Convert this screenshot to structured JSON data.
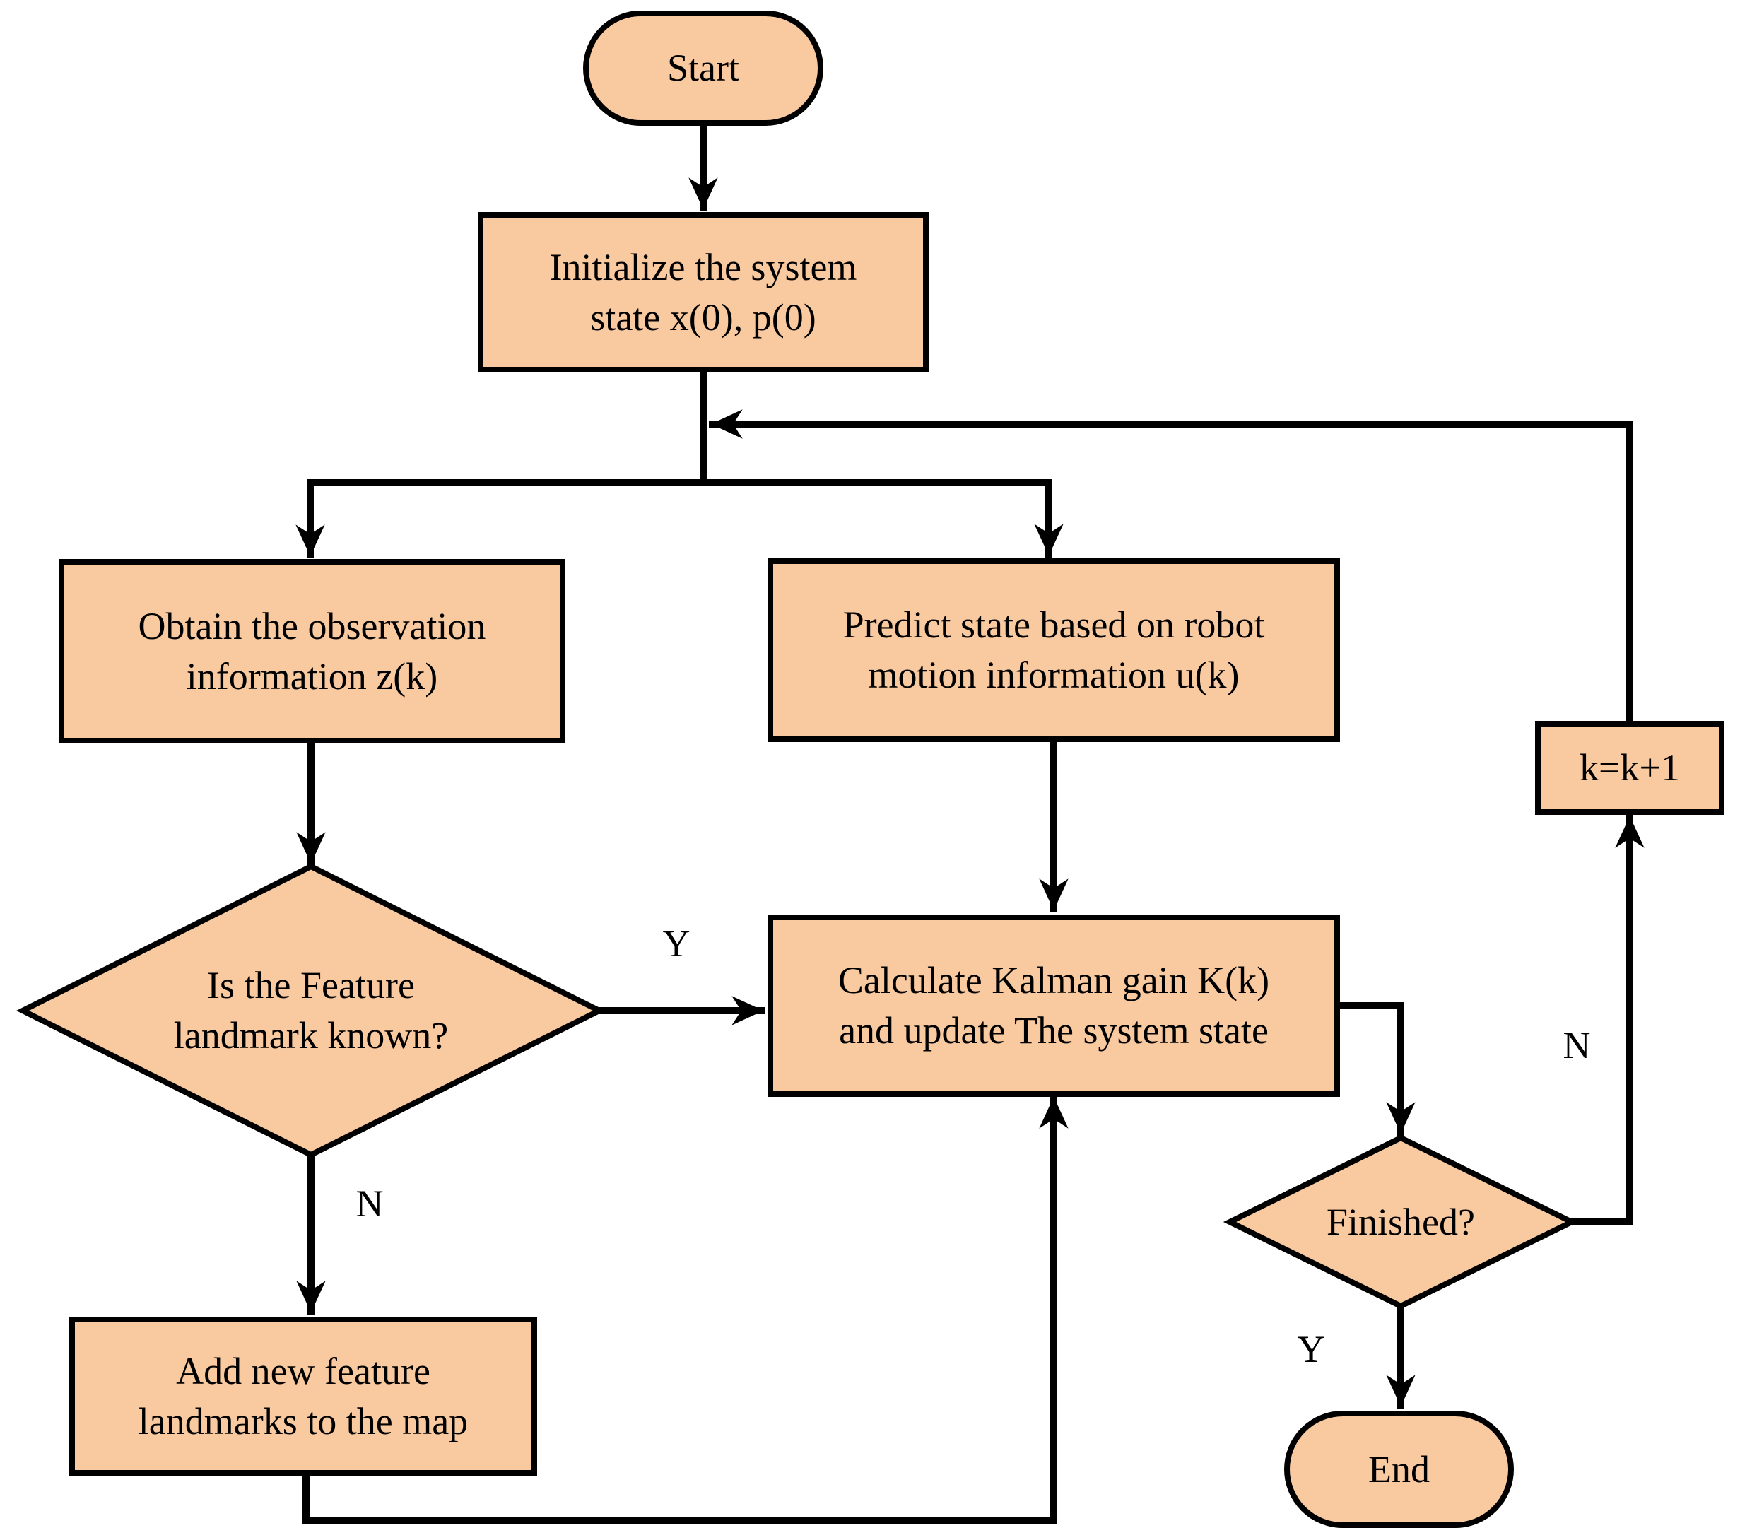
{
  "colors": {
    "node_fill": "#F9C9A0",
    "node_border": "#000000",
    "connector": "#000000",
    "background": "#FFFFFF",
    "text": "#000000"
  },
  "nodes": {
    "start": {
      "type": "terminator",
      "label": "Start"
    },
    "initialize": {
      "type": "process",
      "lines": [
        "Initialize the system",
        "state x(0), p(0)"
      ]
    },
    "obtain": {
      "type": "process",
      "lines": [
        "Obtain the observation",
        "information z(k)"
      ]
    },
    "predict": {
      "type": "process",
      "lines": [
        "Predict state based on robot",
        "motion information u(k)"
      ]
    },
    "feature_known": {
      "type": "decision",
      "lines": [
        "Is the Feature",
        "landmark known?"
      ]
    },
    "calculate": {
      "type": "process",
      "lines": [
        "Calculate Kalman gain K(k)",
        "and update The system state"
      ]
    },
    "add_landmarks": {
      "type": "process",
      "lines": [
        "Add new feature",
        "landmarks to the map"
      ]
    },
    "finished": {
      "type": "decision",
      "label": "Finished?"
    },
    "increment": {
      "type": "process",
      "label": "k=k+1"
    },
    "end": {
      "type": "terminator",
      "label": "End"
    }
  },
  "edge_labels": {
    "feature_yes": "Y",
    "feature_no": "N",
    "finished_no": "N",
    "finished_yes": "Y"
  }
}
